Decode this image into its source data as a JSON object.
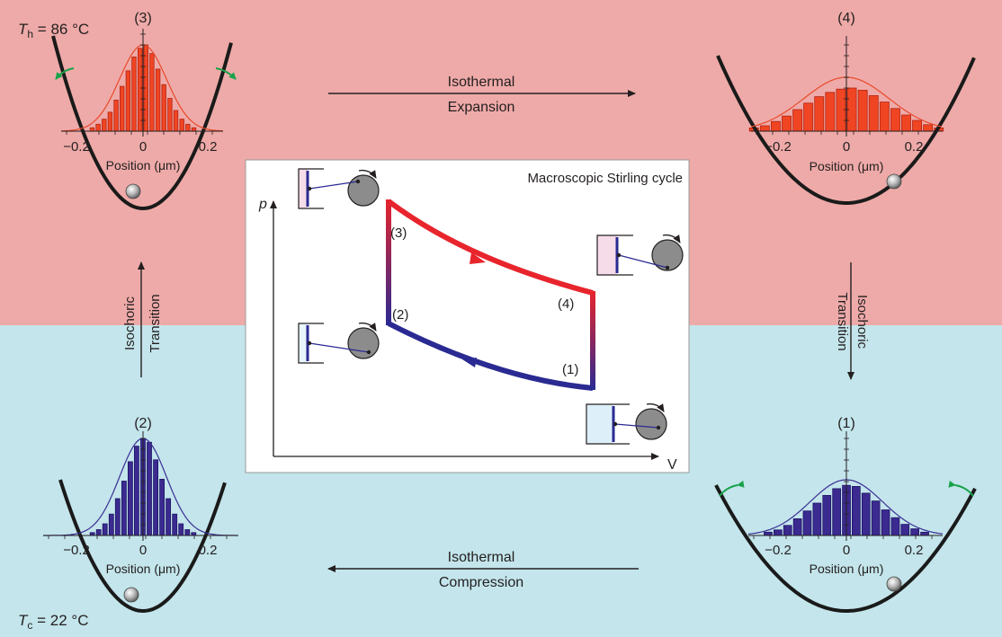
{
  "colors": {
    "hot_bg": "#eeaaa8",
    "cold_bg": "#c3e5eb",
    "hot_bar": "#ef4523",
    "hot_bar_edge": "#b32412",
    "hot_fit": "#e84a2b",
    "cold_bar": "#3b2a8f",
    "cold_bar_edge": "#1f1566",
    "cold_fit": "#3b2f95",
    "trap": "#1a1a1a",
    "cycle_hot": "#e8242c",
    "cycle_cold": "#2a2a92",
    "green_arrow": "#19a24a"
  },
  "temps": {
    "hot": {
      "symbol": "T",
      "sub": "h",
      "value": " = 86 °C"
    },
    "cold": {
      "symbol": "T",
      "sub": "c",
      "value": " = 22 °C"
    }
  },
  "processes": {
    "top": {
      "line1": "Isothermal",
      "line2": "Expansion"
    },
    "bottom": {
      "line1": "Isothermal",
      "line2": "Compression"
    },
    "left": {
      "line1": "Isochoric",
      "line2": "Transition"
    },
    "right": {
      "line1": "Isochoric",
      "line2": "Transition"
    }
  },
  "inset": {
    "title": "Macroscopic Stirling cycle",
    "p_label": "p",
    "v_label": "V",
    "points": {
      "p1": "(1)",
      "p2": "(2)",
      "p3": "(3)",
      "p4": "(4)"
    }
  },
  "panels": {
    "p3": {
      "label": "(3)",
      "ticks": [
        "−0.2",
        "0",
        "0.2"
      ],
      "xlabel": "Position (μm)",
      "temperature": "hot",
      "relative_width": 0.3,
      "bars": [
        0.04,
        0.08,
        0.14,
        0.22,
        0.36,
        0.52,
        0.7,
        0.86,
        0.96,
        1.0,
        0.9,
        0.72,
        0.54,
        0.38,
        0.24,
        0.14,
        0.08,
        0.04
      ]
    },
    "p4": {
      "label": "(4)",
      "ticks": [
        "−0.2",
        "0",
        "0.2"
      ],
      "xlabel": "Position (μm)",
      "temperature": "hot",
      "relative_width": 1.0,
      "bars": [
        0.06,
        0.1,
        0.18,
        0.28,
        0.4,
        0.52,
        0.64,
        0.72,
        0.78,
        0.8,
        0.76,
        0.66,
        0.54,
        0.42,
        0.3,
        0.2,
        0.12,
        0.06
      ]
    },
    "p2": {
      "label": "(2)",
      "ticks": [
        "−0.2",
        "0",
        "0.2"
      ],
      "xlabel": "Position (μm)",
      "temperature": "cold",
      "relative_width": 0.26,
      "bars": [
        0.03,
        0.06,
        0.12,
        0.22,
        0.38,
        0.56,
        0.76,
        0.92,
        1.0,
        0.96,
        0.78,
        0.58,
        0.38,
        0.22,
        0.12,
        0.06,
        0.03
      ]
    },
    "p1": {
      "label": "(1)",
      "ticks": [
        "−0.2",
        "0",
        "0.2"
      ],
      "xlabel": "Position (μm)",
      "temperature": "cold",
      "relative_width": 0.85,
      "bars": [
        0.06,
        0.1,
        0.18,
        0.3,
        0.44,
        0.58,
        0.72,
        0.84,
        0.9,
        0.88,
        0.76,
        0.62,
        0.46,
        0.32,
        0.2,
        0.12,
        0.06
      ]
    }
  }
}
